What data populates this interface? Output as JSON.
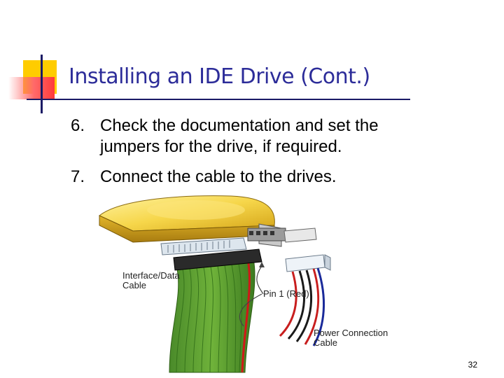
{
  "slide": {
    "title": "Installing an IDE Drive (Cont.)",
    "items": [
      {
        "num": "6.",
        "text": "Check the documentation and set the jumpers for the drive, if required."
      },
      {
        "num": "7.",
        "text": "Connect the cable to the drives."
      }
    ],
    "page_number": "32"
  },
  "figure": {
    "labels": {
      "interface_line1": "Interface/Data",
      "interface_line2": "Cable",
      "pin1": "Pin 1 (Red)",
      "power_line1": "Power Connection",
      "power_line2": "Cable"
    }
  }
}
